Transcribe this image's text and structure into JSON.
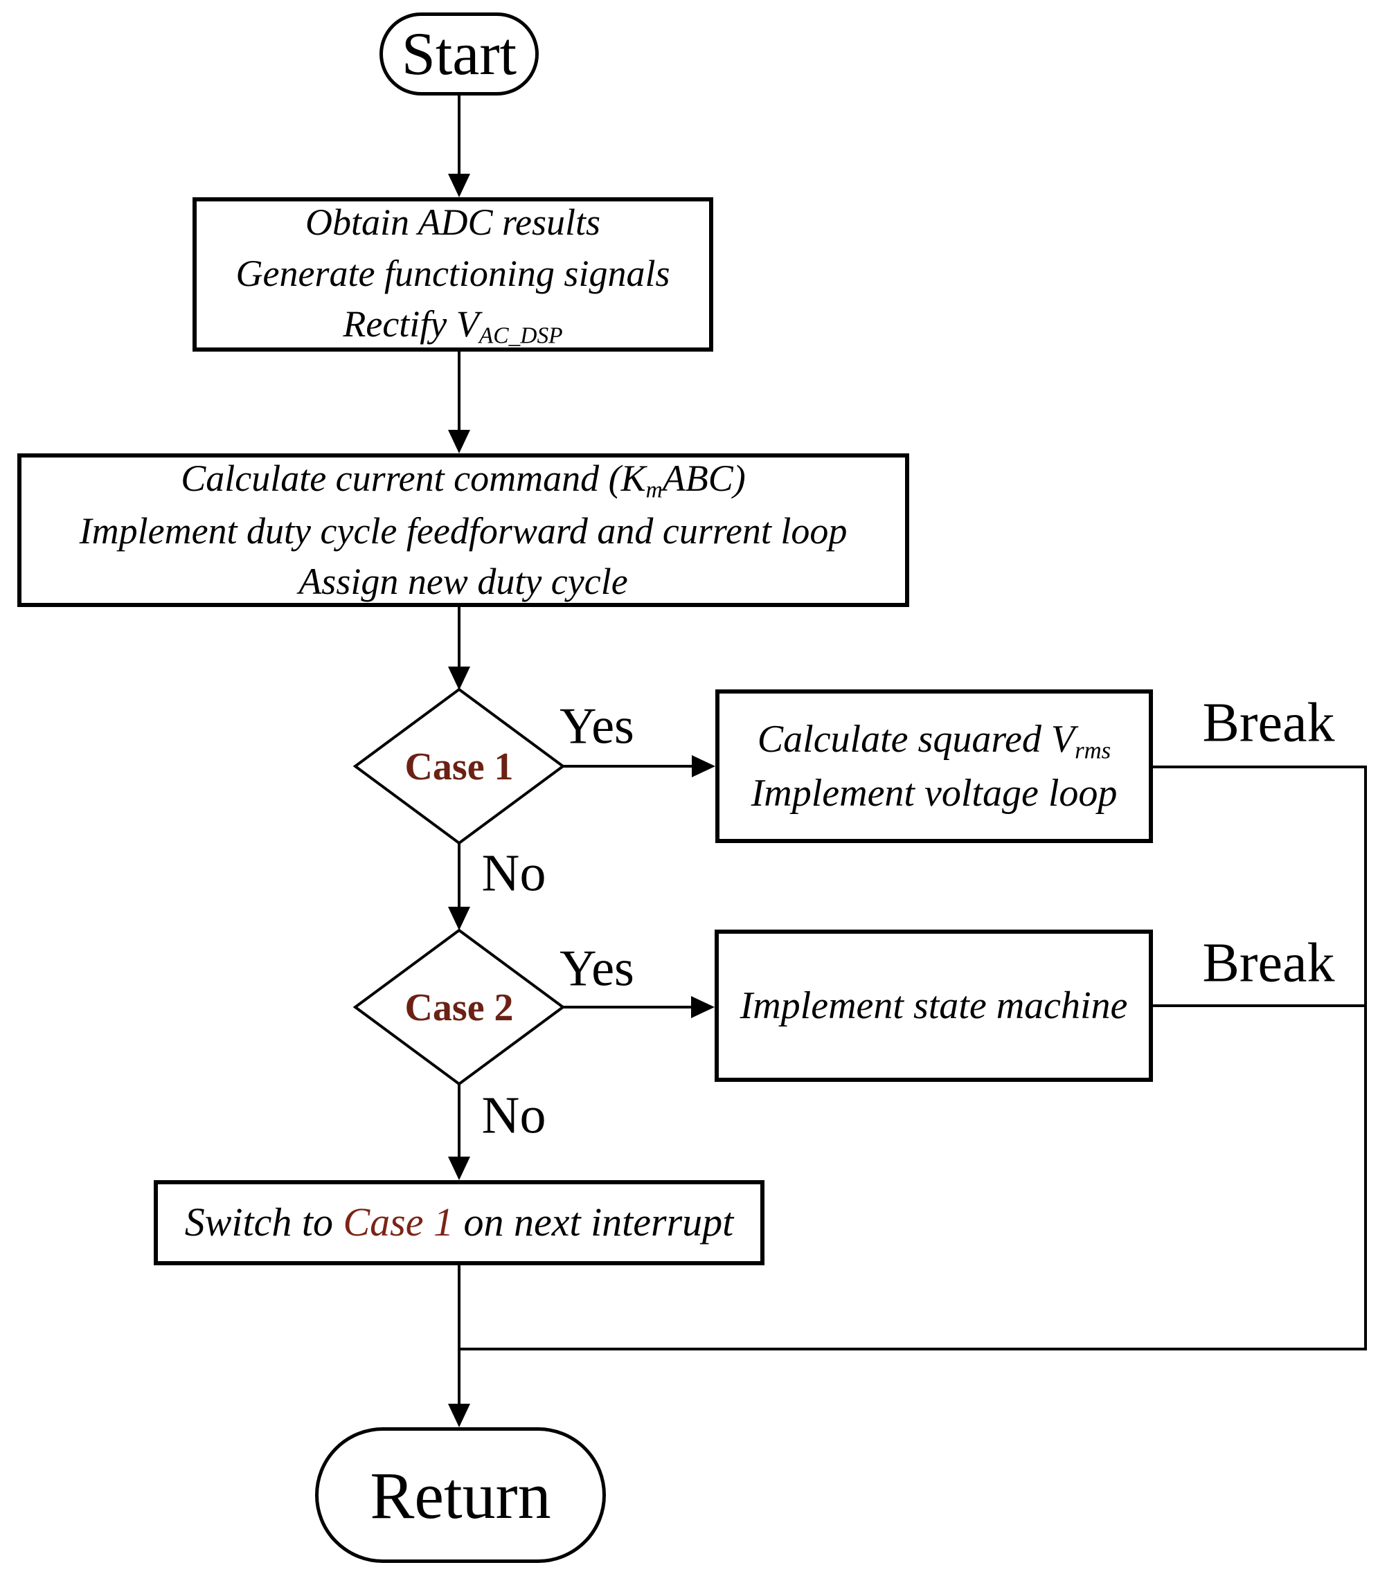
{
  "canvas": {
    "background_color": "#ffffff",
    "line_color": "#000000",
    "case_label_color": "#6b2114",
    "switch_case_color": "#7b2416"
  },
  "nodes": {
    "start": {
      "label": "Start"
    },
    "box1": {
      "line1": "Obtain ADC results",
      "line2": "Generate functioning signals",
      "line3_pre": "Rectify V",
      "line3_sub": "AC_DSP"
    },
    "box2": {
      "line1_pre": "Calculate current command (K",
      "line1_sub": "m",
      "line1_post": "ABC)",
      "line2": "Implement duty cycle feedforward and current loop",
      "line3": "Assign new duty cycle"
    },
    "case1": {
      "label": "Case 1"
    },
    "case2": {
      "label": "Case 2"
    },
    "box3": {
      "line1_pre": "Calculate squared V",
      "line1_sub": "rms",
      "line2": "Implement voltage loop"
    },
    "box4": {
      "label": "Implement state machine"
    },
    "box5": {
      "pre": "Switch to ",
      "case_label": "Case 1",
      "post": " on next interrupt"
    },
    "return": {
      "label": "Return"
    }
  },
  "edges": {
    "yes1": "Yes",
    "no1": "No",
    "yes2": "Yes",
    "no2": "No",
    "break1": "Break",
    "break2": "Break"
  }
}
